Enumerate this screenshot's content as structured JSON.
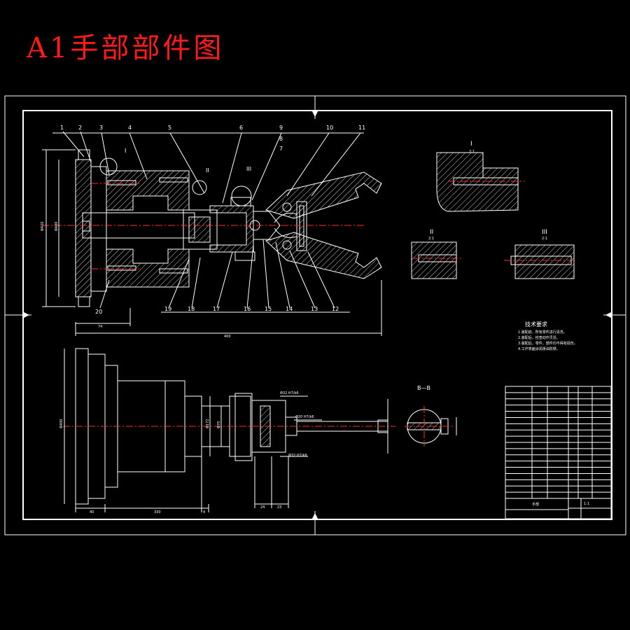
{
  "title": "A1手部部件图",
  "part_numbers": [
    "1",
    "2",
    "3",
    "4",
    "5",
    "6",
    "9",
    "8",
    "7",
    "10",
    "11",
    "20",
    "19",
    "18",
    "17",
    "16",
    "15",
    "14",
    "13",
    "12"
  ],
  "detail_markers": [
    "I",
    "II",
    "III"
  ],
  "section_label": "B—B",
  "detail_views": [
    {
      "name": "I",
      "scale": "2:1"
    },
    {
      "name": "II",
      "scale": "2:1"
    },
    {
      "name": "III",
      "scale": "2:1"
    }
  ],
  "dimensions": {
    "width_74": "74",
    "total_400": "400",
    "dia_420": "Φ420",
    "dia_400": "Φ400",
    "len_330": "330",
    "len_40": "40",
    "len_4": "4",
    "len_24": "24",
    "len_23": "23",
    "fit_1": "Φ32 H7/k6",
    "fit_2": "Φ20 H7/k6",
    "fit_3": "Φ32 H7/k6",
    "vert_1": "Φ400",
    "vert_2": "Φ172",
    "vert_3": "Φ70"
  },
  "tech_requirements": {
    "heading": "技术要求",
    "lines": [
      "1.装配前，所有零件进行清洗。",
      "2.装配后，检查动作灵活。",
      "3.装配后，零件、部件均不得有损伤。",
      "4.工作表面涂润滑油防锈。"
    ]
  },
  "title_block": {
    "name": "手部",
    "scale": "1:1",
    "rows": 18
  }
}
